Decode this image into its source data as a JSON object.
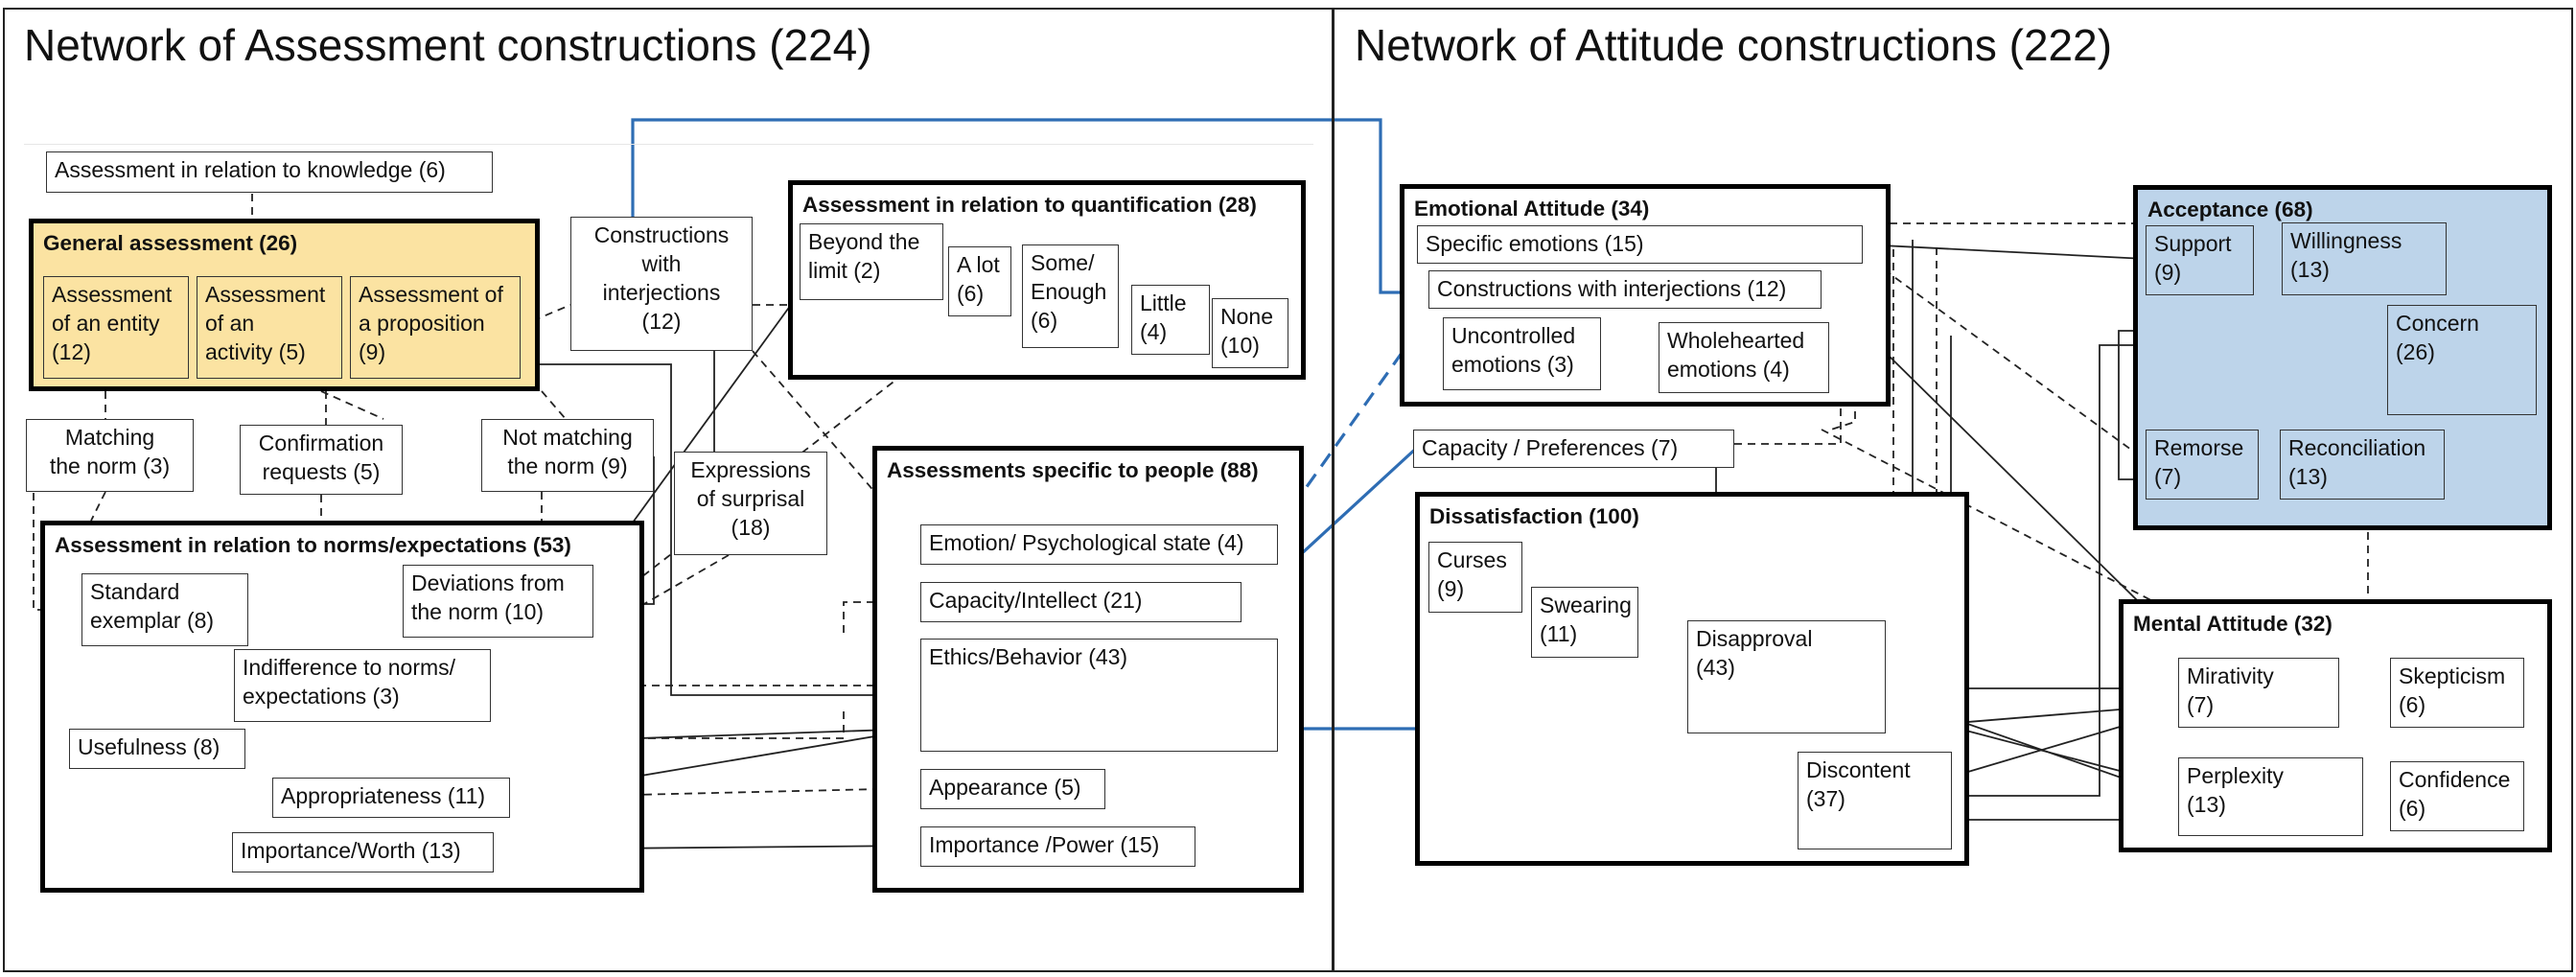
{
  "titles": {
    "left": "Network of Assessment constructions (224)",
    "right": "Network of Attitude constructions (222)"
  },
  "groups": {
    "general": "General assessment (26)",
    "quant": "Assessment in relation to quantification (28)",
    "norms": "Assessment in relation to norms/expectations (53)",
    "people": "Assessments specific to people (88)",
    "emotional": "Emotional Attitude (34)",
    "acceptance": "Acceptance (68)",
    "dissat": "Dissatisfaction (100)",
    "mental": "Mental Attitude (32)"
  },
  "nodes": {
    "knowledge": "Assessment in relation to knowledge (6)",
    "entity": "Assessment\nof an entity\n(12)",
    "activity": "Assessment\nof an\nactivity (5)",
    "proposition": "Assessment of\na proposition\n(9)",
    "interj_left": "Constructions\nwith\ninterjections\n(12)",
    "beyond": "Beyond the\nlimit (2)",
    "alot": "A lot\n(6)",
    "some": "Some/\nEnough\n(6)",
    "little": "Little\n(4)",
    "none": "None\n(10)",
    "matching": "Matching\nthe norm (3)",
    "confirm": "Confirmation\nrequests (5)",
    "notmatch": "Not matching\nthe norm (9)",
    "surprisal": "Expressions\nof surprisal\n(18)",
    "standard": "Standard\nexemplar (8)",
    "deviations": "Deviations from\nthe norm (10)",
    "indifference": "Indifference to norms/\nexpectations (3)",
    "usefulness": "Usefulness (8)",
    "approp": "Appropriateness (11)",
    "importance": "Importance/Worth (13)",
    "emotion": "Emotion/ Psychological state (4)",
    "capacity_int": "Capacity/Intellect (21)",
    "ethics": "Ethics/Behavior (43)",
    "appearance": "Appearance (5)",
    "power": "Importance /Power (15)",
    "specific": "Specific emotions (15)",
    "interj_right": "Constructions with interjections (12)",
    "uncontrolled": "Uncontrolled\nemotions (3)",
    "wholehearted": "Wholehearted\nemotions (4)",
    "cap_pref": "Capacity / Preferences (7)",
    "curses": "Curses\n(9)",
    "swearing": "Swearing\n(11)",
    "disapproval": "Disapproval\n(43)",
    "discontent": "Discontent\n(37)",
    "support": "Support\n(9)",
    "willingness": "Willingness\n(13)",
    "concern": "Concern\n(26)",
    "remorse": "Remorse\n(7)",
    "reconciliation": "Reconciliation\n(13)",
    "mirativity": "Mirativity\n(7)",
    "skepticism": "Skepticism\n(6)",
    "perplexity": "Perplexity\n(13)",
    "confidence": "Confidence\n(6)"
  },
  "colors": {
    "general_fill": "#fbe3a2",
    "acceptance_fill": "#bdd4ea",
    "link_blue": "#2e6db4",
    "frame": "#222222"
  }
}
